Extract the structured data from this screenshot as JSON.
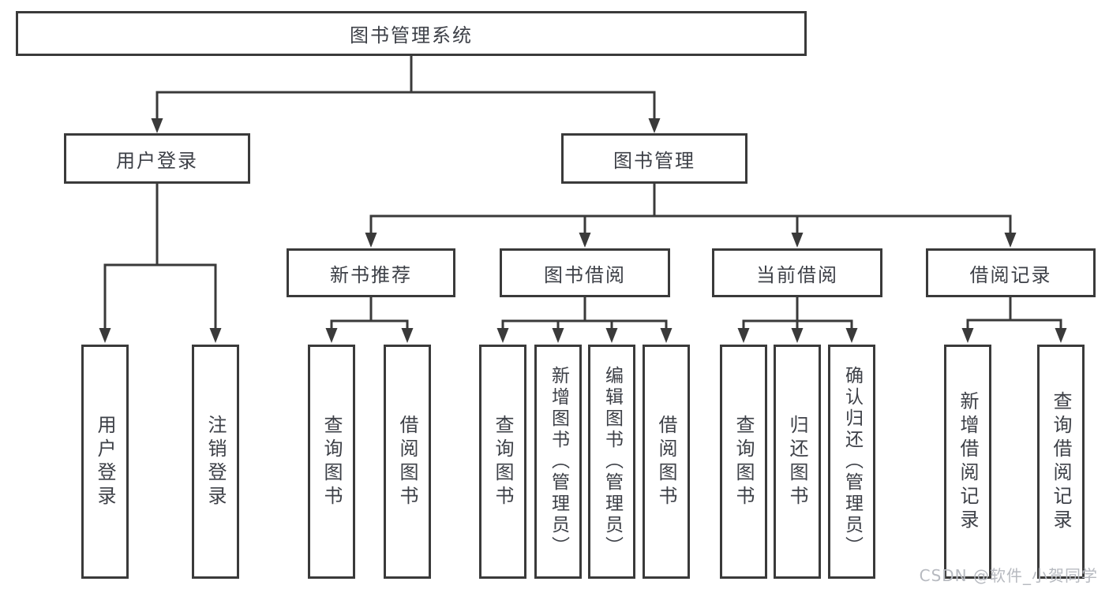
{
  "tree": {
    "root": {
      "label": "图书管理系统",
      "children": [
        {
          "label": "用户登录",
          "children": [
            {
              "label": "用户登录"
            },
            {
              "label": "注销登录"
            }
          ]
        },
        {
          "label": "图书管理",
          "children": [
            {
              "label": "新书推荐",
              "children": [
                {
                  "label": "查询图书"
                },
                {
                  "label": "借阅图书"
                }
              ]
            },
            {
              "label": "图书借阅",
              "children": [
                {
                  "label": "查询图书"
                },
                {
                  "label": "新增图书（管理员）"
                },
                {
                  "label": "编辑图书（管理员）"
                },
                {
                  "label": "借阅图书"
                }
              ]
            },
            {
              "label": "当前借阅",
              "children": [
                {
                  "label": "查询图书"
                },
                {
                  "label": "归还图书"
                },
                {
                  "label": "确认归还（管理员）"
                }
              ]
            },
            {
              "label": "借阅记录",
              "children": [
                {
                  "label": "新增借阅记录"
                },
                {
                  "label": "查询借阅记录"
                }
              ]
            }
          ]
        }
      ]
    }
  },
  "watermark": {
    "text": "CSDN @软件_小贺同学"
  },
  "colors": {
    "line": "#3a3a3a",
    "text": "#3d4047",
    "background": "#ffffff",
    "watermark": "#b7bac0"
  }
}
